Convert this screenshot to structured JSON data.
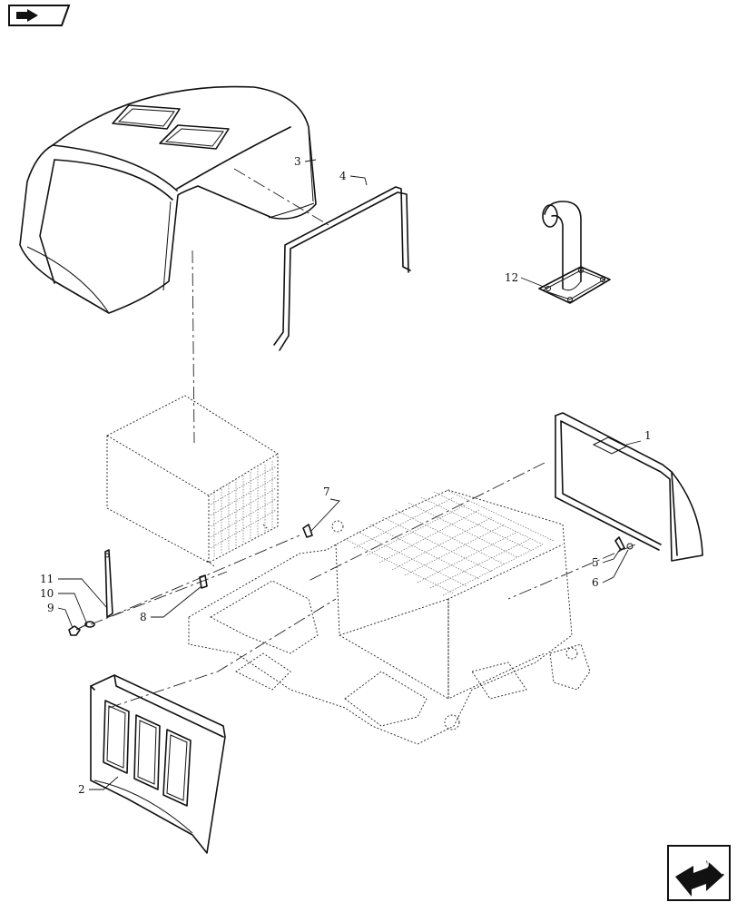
{
  "navigation": {
    "previous_icon": "arrow-previous-icon",
    "next_icon": "arrow-next-icon"
  },
  "callouts": [
    {
      "id": "c1",
      "label": "1"
    },
    {
      "id": "c2",
      "label": "2"
    },
    {
      "id": "c3",
      "label": "3"
    },
    {
      "id": "c4",
      "label": "4"
    },
    {
      "id": "c5",
      "label": "5"
    },
    {
      "id": "c6",
      "label": "6"
    },
    {
      "id": "c7",
      "label": "7"
    },
    {
      "id": "c8",
      "label": "8"
    },
    {
      "id": "c9",
      "label": "9"
    },
    {
      "id": "c10",
      "label": "10"
    },
    {
      "id": "c11",
      "label": "11"
    },
    {
      "id": "c12",
      "label": "12"
    }
  ]
}
